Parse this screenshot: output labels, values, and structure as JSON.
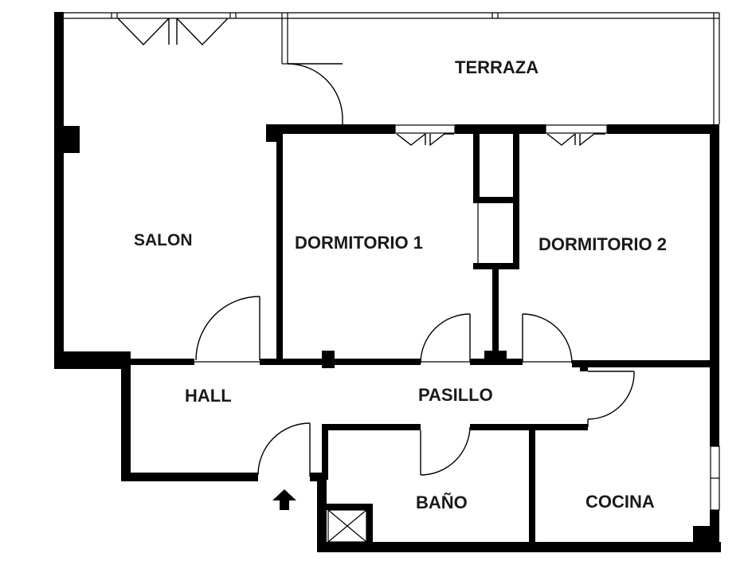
{
  "rooms": {
    "terraza": "TERRAZA",
    "salon": "SALON",
    "dormitorio1": "DORMITORIO 1",
    "dormitorio2": "DORMITORIO 2",
    "hall": "HALL",
    "pasillo": "PASILLO",
    "bano": "BAÑO",
    "cocina": "COCINA"
  },
  "icons": {
    "entrance": "entrance-arrow-icon"
  },
  "colors": {
    "wall": "#000000",
    "background": "#ffffff",
    "label": "#1a1a1a"
  }
}
